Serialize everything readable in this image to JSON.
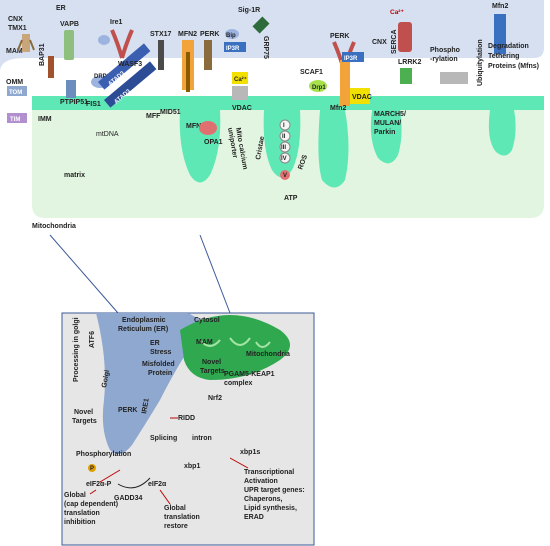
{
  "top": {
    "er": "ER",
    "mam": "MAM",
    "omm": "OMM",
    "imm": "IMM",
    "matrix": "matrix",
    "mitochondria": "Mitochondria",
    "mtdna": "mtDNA",
    "cnx_tmx1": [
      "CNX",
      "TMX1"
    ],
    "vapb": "VAPB",
    "ire1": "Ire1",
    "stx17": "STX17",
    "mfn2_top": "MFN2",
    "perk_top": "PERK",
    "sig1r": "Sig-1R",
    "bip1": "Bip",
    "ip3r1": "IP3R",
    "grp75": "GRP75",
    "ca_top": "Ca²⁺",
    "perk2": "PERK",
    "cnx2": "CNX",
    "serca": "SERCA",
    "ca2": "Ca²⁺",
    "ip3r2": "IP3R",
    "lrrk2": "LRRK2",
    "phospho": [
      "Phospho",
      "-rylation"
    ],
    "mfn2_right": "Mfn2",
    "ubiq": "Ubiquitylation",
    "degradation": [
      "Degradation",
      "Tethering",
      "Proteins (Mfns)"
    ],
    "bap31": "BAP31",
    "wasf3": "WASF3",
    "ptpip51": "PTPIP51",
    "tom": "TOM",
    "tim": "TIM",
    "fis1": "FIS1",
    "drp1": "DRP1",
    "atad3a": "ATAD3",
    "atad3b": "ATAD3",
    "mff": "MFF",
    "mid51": "MID51",
    "mfn2_mid": "MFN2",
    "vdac1": "VDAC",
    "opa1": "OPA1",
    "mcu": [
      "Mito calcium",
      "uniporter"
    ],
    "cristae": "Cristae",
    "complexes": [
      "I",
      "II",
      "III",
      "IV",
      "V"
    ],
    "ros": "ROS",
    "atp": "ATP",
    "scaf1": "SCAF1",
    "drp1b": "Drp1",
    "mfn2b": "Mfn2",
    "vdac2": "VDAC",
    "march5": [
      "MARCH5/",
      "MULAN/",
      "Parkin"
    ]
  },
  "bottom": {
    "er": [
      "Endoplasmic",
      "Reticulum (ER)"
    ],
    "cytosol": "Cytosol",
    "er_stress": [
      "ER",
      "Stress"
    ],
    "misfolded": [
      "Misfolded",
      "Protein"
    ],
    "mam": "MAM",
    "mitochondria": "Mitochondria",
    "novel_targets_r": [
      "Novel",
      "Targets"
    ],
    "pgam5": [
      "PGAM5-KEAP1",
      "complex"
    ],
    "nrf2": "Nrf2",
    "atf6": "ATF6",
    "golgi": "Golgi",
    "processing": "Processing in golgi",
    "novel_targets_l": [
      "Novel",
      "Targets"
    ],
    "perk": "PERK",
    "ire1": "IRE1",
    "ridd": "RIDD",
    "intron": "intron",
    "splicing": "Splicing",
    "xbp1s": "xbp1s",
    "xbp1": "xbp1",
    "phosphorylation": "Phosphorylation",
    "p": "P",
    "eif2a_p": "eIF2α-P",
    "eif2a": "eIF2α",
    "gadd34": "GADD34",
    "global_inhib": [
      "Global",
      "(cap dependent)",
      "translation",
      "inhibition"
    ],
    "global_restore": [
      "Global",
      "translation",
      "restore"
    ],
    "transcriptional": [
      "Transcriptional",
      "Activation",
      "UPR target genes:",
      "Chaperons,",
      "Lipid synthesis,",
      "ERAD"
    ]
  },
  "colors": {
    "er_band": "#d6e0f0",
    "mito": "#5ee8b5",
    "mito_fill": "#e2f5e0",
    "box_bg": "#e6e6e6",
    "box_border": "#3d5a99",
    "red": "#c00000"
  }
}
